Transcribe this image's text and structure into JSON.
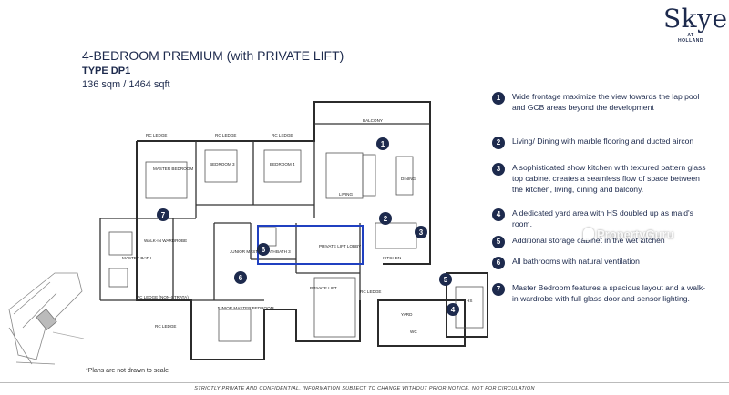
{
  "brand": {
    "name": "Skye",
    "sub1": "AT",
    "sub2": "HOLLAND"
  },
  "title": "4-BEDROOM PREMIUM (with PRIVATE LIFT)",
  "type": "TYPE DP1",
  "area": "136 sqm / 1464 sqft",
  "legend": [
    {
      "num": "1",
      "text": "Wide frontage maximize the view towards the lap pool and GCB areas beyond the development"
    },
    {
      "num": "2",
      "text": "Living/ Dining with marble flooring and ducted aircon"
    },
    {
      "num": "3",
      "text": "A sophisticated show kitchen with textured pattern glass top cabinet creates a seamless flow of space between the kitchen, living, dining and balcony."
    },
    {
      "num": "4",
      "text": "A dedicated yard area with HS doubled up as maid's room."
    },
    {
      "num": "5",
      "text": "Additional storage cabinet in the wet kitchen"
    },
    {
      "num": "6",
      "text": "All bathrooms with natural ventilation"
    },
    {
      "num": "7",
      "text": "Master Bedroom features a spacious layout and a walk-in wardrobe with full glass door and sensor lighting."
    }
  ],
  "plan_labels": {
    "rc_ledge": "RC LEDGE",
    "balcony": "BALCONY",
    "master_bedroom": "MASTER BEDROOM",
    "bedroom3": "BEDROOM 3",
    "bedroom4": "BEDROOM 4",
    "living": "LIVING",
    "dining": "DINING",
    "walk_in": "WALK-IN WARDROBE",
    "master_bath": "MASTER BATH",
    "junior_bath": "JUNIOR MASTER BATH",
    "bath3": "BATH 3",
    "lift_lobby": "PRIVATE LIFT LOBBY",
    "kitchen": "KITCHEN",
    "private_lift": "PRIVATE LIFT",
    "ac_ledge": "AC LEDGE (NON-STRATA)",
    "junior_master": "JUNIOR MASTER BEDROOM",
    "yard": "YARD",
    "hs": "HS",
    "wc": "WC"
  },
  "watermark": "PropertyGuru",
  "note": "*Plans are not drawn to scale",
  "footer": "STRICTLY PRIVATE AND CONFIDENTIAL. INFORMATION SUBJECT TO CHANGE WITHOUT PRIOR NOTICE. NOT FOR CIRCULATION",
  "colors": {
    "navy": "#1d2a4d",
    "wall": "#2b2b2b",
    "highlight": "#2040c0"
  }
}
